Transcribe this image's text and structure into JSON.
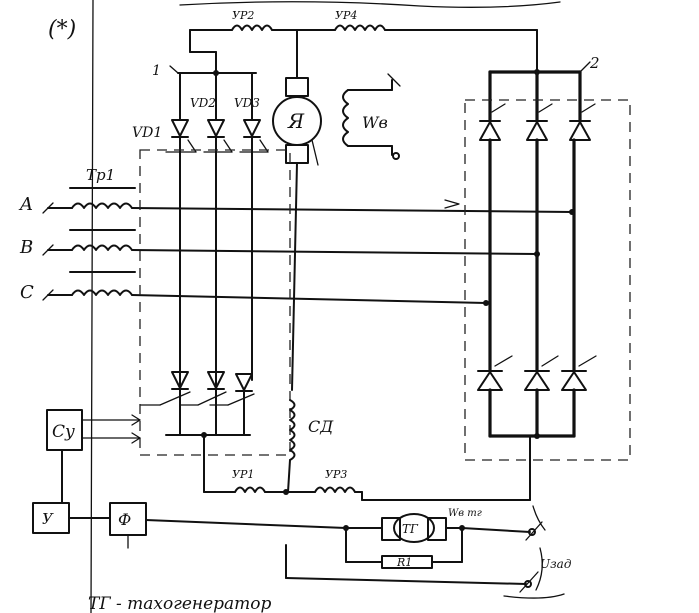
{
  "labels": {
    "marker": "(*)",
    "n1": "1",
    "n2": "2",
    "vd1": "VD1",
    "vd2": "VD2",
    "vd3": "VD3",
    "motor": "Я",
    "field": "Wв",
    "tr": "Tp1",
    "phase_a": "A",
    "phase_b": "B",
    "phase_c": "C",
    "cd": "CД",
    "cu": "Су",
    "u": "У",
    "f": "Ф",
    "tg": "ТГ",
    "r1": "R1",
    "wvtg": "Wв тг",
    "uzad": "Uзад",
    "ur1": "УР1",
    "ur2": "УР2",
    "ur3": "УР3",
    "ur4": "УР4",
    "bottom_note": "ТГ - тахогенератор"
  },
  "colors": {
    "ink": "#111111",
    "paper": "#ffffff"
  }
}
